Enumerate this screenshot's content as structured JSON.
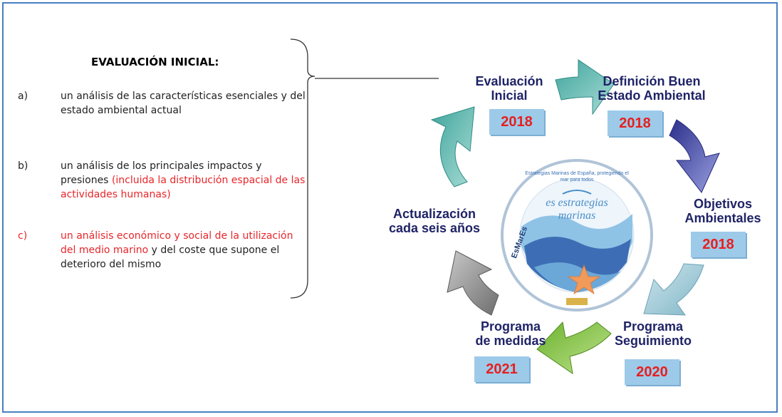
{
  "evaluation": {
    "heading": "EVALUACIÓN INICIAL:",
    "items": [
      {
        "label": "a)",
        "text": "un análisis de las características esenciales y del estado ambiental actual",
        "red": ""
      },
      {
        "label": "b)",
        "text": "un análisis de los principales impactos y presiones ",
        "red": "(incluida la distribución espacial de las actividades humanas)"
      },
      {
        "label": "c)",
        "red": "un análisis económico y social de la utilización del medio marino",
        "text": " y del coste que supone el deterioro del mismo"
      }
    ]
  },
  "cycle": {
    "stages": [
      {
        "line1": "Evaluación",
        "line2": "Inicial",
        "year": "2018"
      },
      {
        "line1": "Definición Buen",
        "line2": "Estado Ambiental",
        "year": "2018"
      },
      {
        "line1": "Objetivos",
        "line2": "Ambientales",
        "year": "2018"
      },
      {
        "line1": "Programa",
        "line2": "Seguimiento",
        "year": "2020"
      },
      {
        "line1": "Programa",
        "line2": "de medidas",
        "year": "2021"
      },
      {
        "line1": "Actualización",
        "line2": "cada seis años",
        "year": ""
      }
    ]
  },
  "logo": {
    "ring_text": "Estrategias Marinas de España, protegiendo el mar para todos",
    "brand": "es estrategias marinas",
    "acronym": "EsMarEs"
  },
  "colors": {
    "stage_title": "#1f2366",
    "year_text": "#e52020",
    "year_box": "#9ecae9",
    "highlight_red": "#e8262a",
    "frame": "#4a7fc1"
  }
}
